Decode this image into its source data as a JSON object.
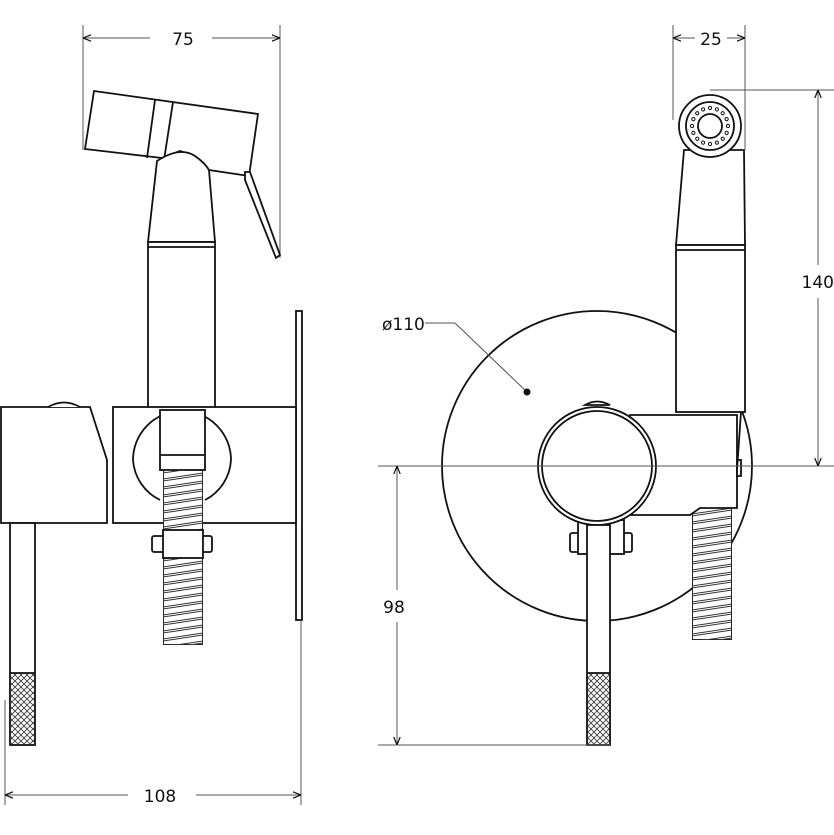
{
  "title": "Hygienic shower mixer technical drawing",
  "dimensions": {
    "handset_width": "75",
    "head_diameter": "25",
    "shower_height": "140",
    "plate_diameter": "ø110",
    "lever_drop": "98",
    "total_depth": "108"
  }
}
